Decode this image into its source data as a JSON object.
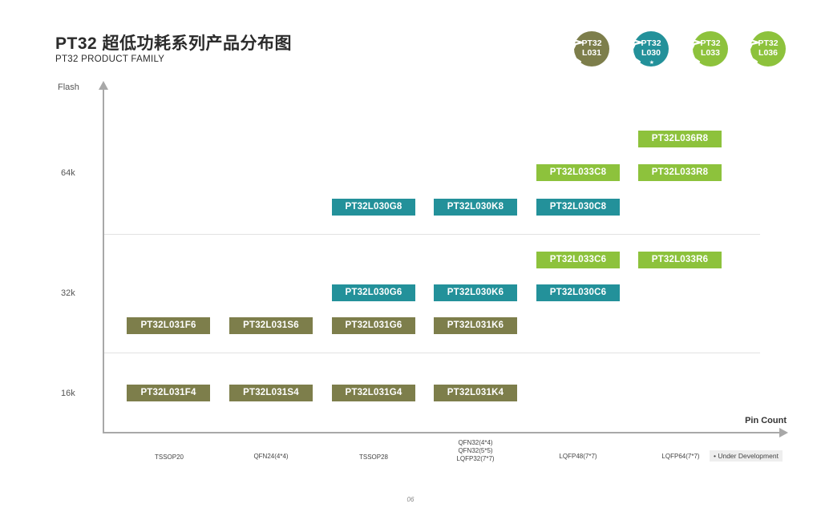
{
  "header": {
    "title": "PT32 超低功耗系列产品分布图",
    "subtitle": "PT32 PRODUCT FAMILY"
  },
  "colors": {
    "L031": "#7d7e4b",
    "L030": "#23919a",
    "L033": "#8dc23c",
    "L036": "#8dc23c",
    "axis": "#a8a8a8",
    "grid": "#e2e2e2"
  },
  "logos": [
    {
      "line1": "PT32",
      "line2": "L031",
      "color": "#7d7e4b",
      "star": false
    },
    {
      "line1": "PT32",
      "line2": "L030",
      "color": "#23919a",
      "star": true,
      "star_glyph": "★"
    },
    {
      "line1": "PT32",
      "line2": "L033",
      "color": "#8dc23c",
      "star": false
    },
    {
      "line1": "PT32",
      "line2": "L036",
      "color": "#8dc23c",
      "star": false
    }
  ],
  "axes": {
    "y_label": "Flash",
    "y_ticks": [
      "64k",
      "32k",
      "16k"
    ],
    "x_label": "Pin Count",
    "x_ticks": [
      "TSSOP20",
      "QFN24(4*4)",
      "TSSOP28",
      "QFN32(4*4)\nQFN32(5*5)\nLQFP32(7*7)",
      "LQFP48(7*7)",
      "LQFP64(7*7)"
    ]
  },
  "legend": {
    "text": "• Under Development"
  },
  "chips": {
    "c0": "PT32L036R8",
    "c1": "PT32L033C8",
    "c2": "PT32L033R8",
    "c3": "PT32L030G8",
    "c4": "PT32L030K8",
    "c5": "PT32L030C8",
    "c6": "PT32L033C6",
    "c7": "PT32L033R6",
    "c8": "PT32L030G6",
    "c9": "PT32L030K6",
    "c10": "PT32L030C6",
    "c11": "PT32L031F6",
    "c12": "PT32L031S6",
    "c13": "PT32L031G6",
    "c14": "PT32L031K6",
    "c15": "PT32L031F4",
    "c16": "PT32L031S4",
    "c17": "PT32L031G4",
    "c18": "PT32L031K4"
  },
  "footer": {
    "page_number": "06"
  }
}
